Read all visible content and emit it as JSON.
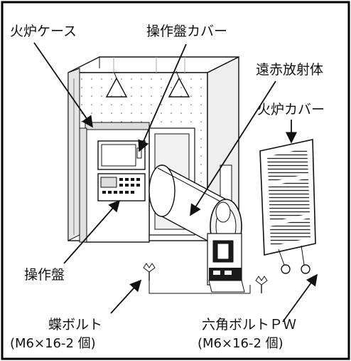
{
  "labels": {
    "furnace_case": "火炉ケース",
    "control_panel_cover": "操作盤カバー",
    "far_infrared_radiator": "遠赤放射体",
    "furnace_cover": "火炉カバー",
    "control_panel": "操作盤",
    "wing_bolt": "蝶ボルト",
    "wing_bolt_spec": "(M6×16-2 個)",
    "hex_bolt": "六角ボルトＰＷ",
    "hex_bolt_spec": "(M6×16-2 個)"
  },
  "colors": {
    "border": "#000000",
    "line": "#111111",
    "metal_light": "#ffffff",
    "metal_shade": "#d8d8d8",
    "dark": "#1a1a1a"
  }
}
